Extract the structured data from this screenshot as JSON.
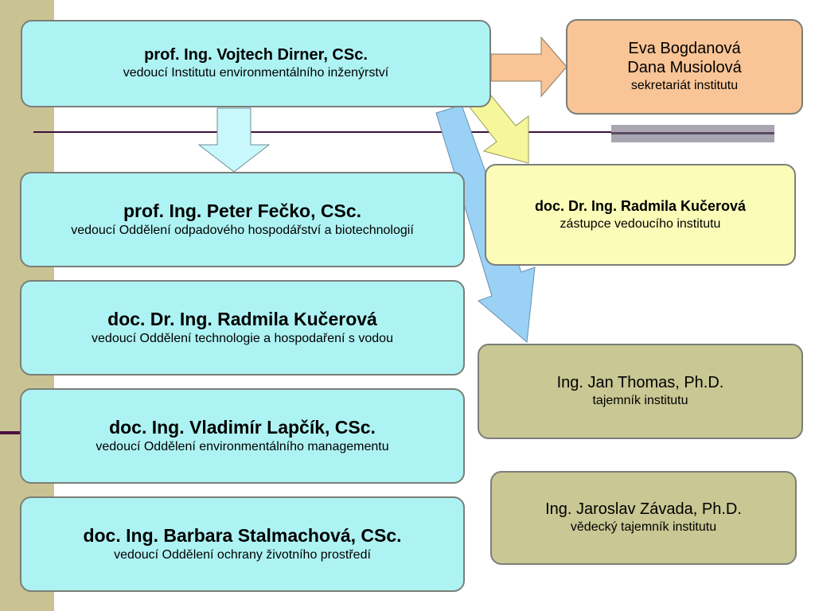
{
  "director": {
    "name": "prof. Ing. Vojtech Dirner, CSc.",
    "role": "vedoucí Institutu environmentálního inženýrství"
  },
  "secretariat": {
    "name1": "Eva Bogdanová",
    "name2": "Dana Musiolová",
    "role": "sekretariát institutu"
  },
  "deputy": {
    "name": "doc. Dr. Ing. Radmila Kučerová",
    "role": "zástupce vedoucího institutu"
  },
  "departments": [
    {
      "name": "prof. Ing. Peter Fečko, CSc.",
      "role": "vedoucí Oddělení odpadového hospodářství a biotechnologií"
    },
    {
      "name": "doc. Dr. Ing. Radmila Kučerová",
      "role": "vedoucí Oddělení technologie a hospodaření s vodou"
    },
    {
      "name": "doc. Ing. Vladimír Lapčík, CSc.",
      "role": "vedoucí Oddělení environmentálního managementu"
    },
    {
      "name": "doc. Ing. Barbara Stalmachová, CSc.",
      "role": "vedoucí Oddělení ochrany životního prostředí"
    }
  ],
  "secretary": {
    "name": "Ing. Jan Thomas, Ph.D.",
    "role": "tajemník institutu"
  },
  "science_secretary": {
    "name": "Ing. Jaroslav Závada, Ph.D.",
    "role": "vědecký tajemník institutu"
  },
  "colors": {
    "cyan_box": "#aef3f3",
    "orange_box": "#f9c496",
    "yellow_box": "#fcfcb9",
    "olive_box": "#c9c793",
    "side_bar": "#c9c393"
  }
}
